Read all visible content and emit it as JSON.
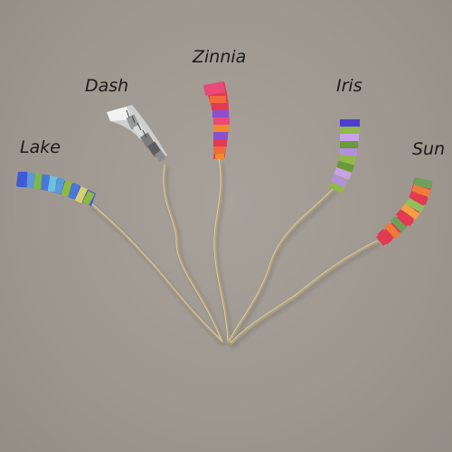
{
  "labels": {
    "lake": "Lake",
    "dash": "Dash",
    "zinnia": "Zinnia",
    "iris": "Iris",
    "sun": "Sun"
  },
  "colors": {
    "background": "#9c9690",
    "wire": "#b3a57a",
    "lake_handle": [
      "#3f5ad6",
      "#5b9ad9",
      "#7fb64b",
      "#4a78d9",
      "#6fc0e0",
      "#8fb93c",
      "#d8cf6a"
    ],
    "dash_handle": [
      "#f2f2f0",
      "#d9d9d9",
      "#bdbdbd",
      "#8c8c8c",
      "#5e5e5e"
    ],
    "zinnia_handle": [
      "#e23a52",
      "#f06a3a",
      "#8c4fd0",
      "#e84a7a",
      "#f08a2a"
    ],
    "iris_handle": [
      "#4a3fcf",
      "#93b84a",
      "#c7a2e8",
      "#6a9a3a",
      "#b48fe0"
    ],
    "sun_handle": [
      "#6ea05a",
      "#f07a3a",
      "#e23a52",
      "#8fbf5a",
      "#f4a040"
    ]
  }
}
